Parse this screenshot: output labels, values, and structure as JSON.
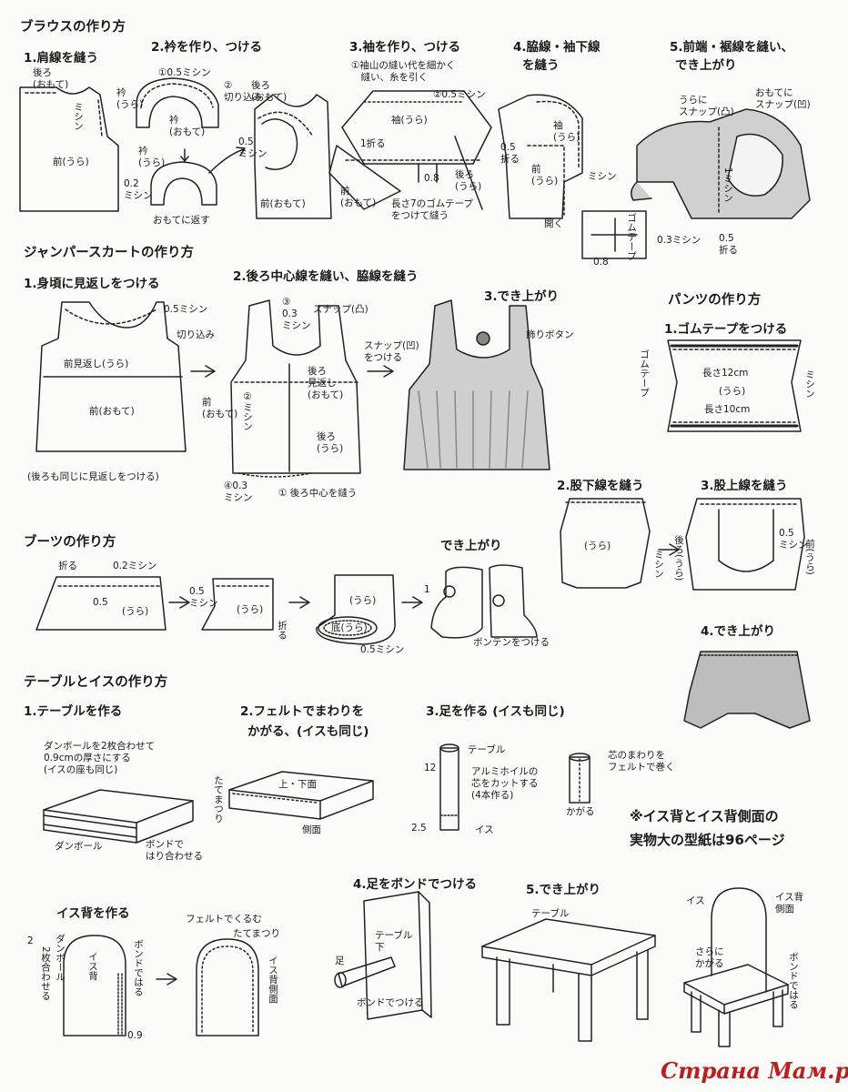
{
  "blouse": {
    "title": "ブラウスの作り方",
    "step1": "1.肩線を縫う",
    "step2": "2.衿を作り、つける",
    "step3": "3.袖を作り、つける",
    "step4_a": "4.脇線・袖下線",
    "step4_b": "を縫う",
    "step5_a": "5.前端・裾線を縫い、",
    "step5_b": "でき上がり",
    "l_back_out": "後ろ\n(おもて)",
    "l_sewing": "ミシン",
    "l_front_ura": "前(うら)",
    "l_eri_ura": "衿\n(うら)",
    "l_05_sewing": "①0.5ミシン",
    "l_cut_notch": "②\n切り込み",
    "l_eri_omote": "衿\n(おもて)",
    "l_eri": "衿\n(うら)",
    "l_02_sewing": "0.2\nミシン",
    "l_turn_out": "おもてに返す",
    "l_back_omote2": "後ろ\n(おもて)",
    "l_05sewing_v": "0.5\nミシン",
    "l_front_omote": "前(おもて)",
    "l_sleeve_note": "①袖山の縫い代を細かく\n　縫い、糸を引く",
    "l_05_sewing2": "②0.5ミシン",
    "l_sleeve_ura": "袖(うら)",
    "l_fold1": "1折る",
    "l_08": "0.8",
    "l_back_ura": "後ろ\n(うら)",
    "l_front_omote2": "前\n(おもて)",
    "l_elastic_note": "長さ7のゴムテープ\nをつけて縫う",
    "l_sleeve_ura2": "袖\n(うら)",
    "l_05_fold": "0.5\n折る",
    "l_front_ura2": "前\n(うら)",
    "l_sewing2": "ミシン",
    "l_open": "開く",
    "l_snap_convex": "うらに\nスナップ(凸)",
    "l_snap_concave": "おもてに\nスナップ(凹)",
    "l_1_sewing": "1ミシン",
    "l_03_sewing": "0.3ミシン",
    "l_05_fold2": "0.5\n折る",
    "l_elastic_tape": "ゴムテープ",
    "l_08b": "0.8"
  },
  "jumper": {
    "title": "ジャンパースカートの作り方",
    "step1": "1.身頃に見返しをつける",
    "step2": "2.後ろ中心線を縫い、脇線を縫う",
    "step3": "3.でき上がり",
    "l_05_sewing": "0.5ミシン",
    "l_cut_notch": "切り込み",
    "l_facing": "前見返し(うら)",
    "l_front_omote": "前(おもて)",
    "l_note": "(後ろも同じに見返しをつける)",
    "l_03_3": "③\n0.3\nミシン",
    "l_snap_convex": "スナップ(凸)",
    "l_back_facing": "後ろ\n見返し\n(おもて)",
    "l_front_omote2": "前\n(おもて)",
    "l_2_sewing": "②ミシン",
    "l_back_ura": "後ろ\n(うら)",
    "l_4_03_sewing": "④0.3\nミシン",
    "l_1_center": "① 後ろ中心を縫う",
    "l_snap_concave": "スナップ(凹)\nをつける",
    "l_button": "飾りボタン"
  },
  "pants": {
    "title": "パンツの作り方",
    "step1": "1.ゴムテープをつける",
    "step2": "2.股下線を縫う",
    "step3": "3.股上線を縫う",
    "step4": "4.でき上がり",
    "l_elastic": "ゴムテープ",
    "l_len12": "長さ12cm",
    "l_ura": "(うら)",
    "l_len10": "長さ10cm",
    "l_sewing": "ミシン",
    "l_ura2": "(うら)",
    "l_sewing2": "ミシン",
    "l_back_ura": "後ろ(うら)",
    "l_05_sewing": "0.5\nミシン",
    "l_front_ura": "前(うら)"
  },
  "boots": {
    "title": "ブーツの作り方",
    "step_done": "でき上がり",
    "l_fold": "折る",
    "l_02_sewing": "0.2ミシン",
    "l_05": "0.5",
    "l_ura": "(うら)",
    "l_05_sewing": "0.5\nミシン",
    "l_ura2": "(うら)",
    "l_fold2": "折る",
    "l_ura3": "(うら)",
    "l_sole": "底(うら)",
    "l_05_sewing2": "0.5ミシン",
    "l_1": "1",
    "l_pompon": "ボンテンをつける"
  },
  "table": {
    "title": "テーブルとイスの作り方",
    "step1": "1.テーブルを作る",
    "step2_a": "2.フェルトでまわりを",
    "step2_b": "かがる、(イスも同じ)",
    "step3": "3.足を作る (イスも同じ)",
    "step4": "4.足をボンドでつける",
    "step5": "5.でき上がり",
    "chair_back_title": "イス背を作る",
    "l_cardboard_note": "ダンボールを2枚合わせて\n0.9cmの厚さにする\n(イスの座も同じ)",
    "l_cardboard": "ダンボール",
    "l_bond_attach": "ボンドで\nはり合わせる",
    "l_whipstitch": "たてまつり",
    "l_top_bottom": "上・下面",
    "l_side": "側面",
    "l_table": "テーブル",
    "l_12": "12",
    "l_foil_note": "アルミホイルの\n芯をカットする\n(4本作る)",
    "l_25": "2.5",
    "l_chair": "イス",
    "l_felt_wrap": "芯のまわりを\nフェルトで巻く",
    "l_kagaru": "かがる",
    "note": "※イス背とイス背側面の\n実物大の型紙は96ページ",
    "l_2sheets": "2枚合わせる",
    "l_danbo": "ダンボール",
    "l_chair_back": "イス背",
    "l_bond": "ボンドではる",
    "l_09": "0.9",
    "l_felt_cover": "フェルトでくるむ",
    "l_whipstitch2": "たてまつり",
    "l_chair_back_side": "イス背側面",
    "l_table_bottom": "テーブル\n下",
    "l_leg": "足",
    "l_bond_attach2": "ボンドでつける",
    "l_table2": "テーブル",
    "l_chair2": "イス",
    "l_chair_side": "イス背\n側面",
    "l_more_kagaru": "さらに\nかがる",
    "l_bond2": "ボンドではる"
  },
  "watermark": "Страна Мам.ру"
}
